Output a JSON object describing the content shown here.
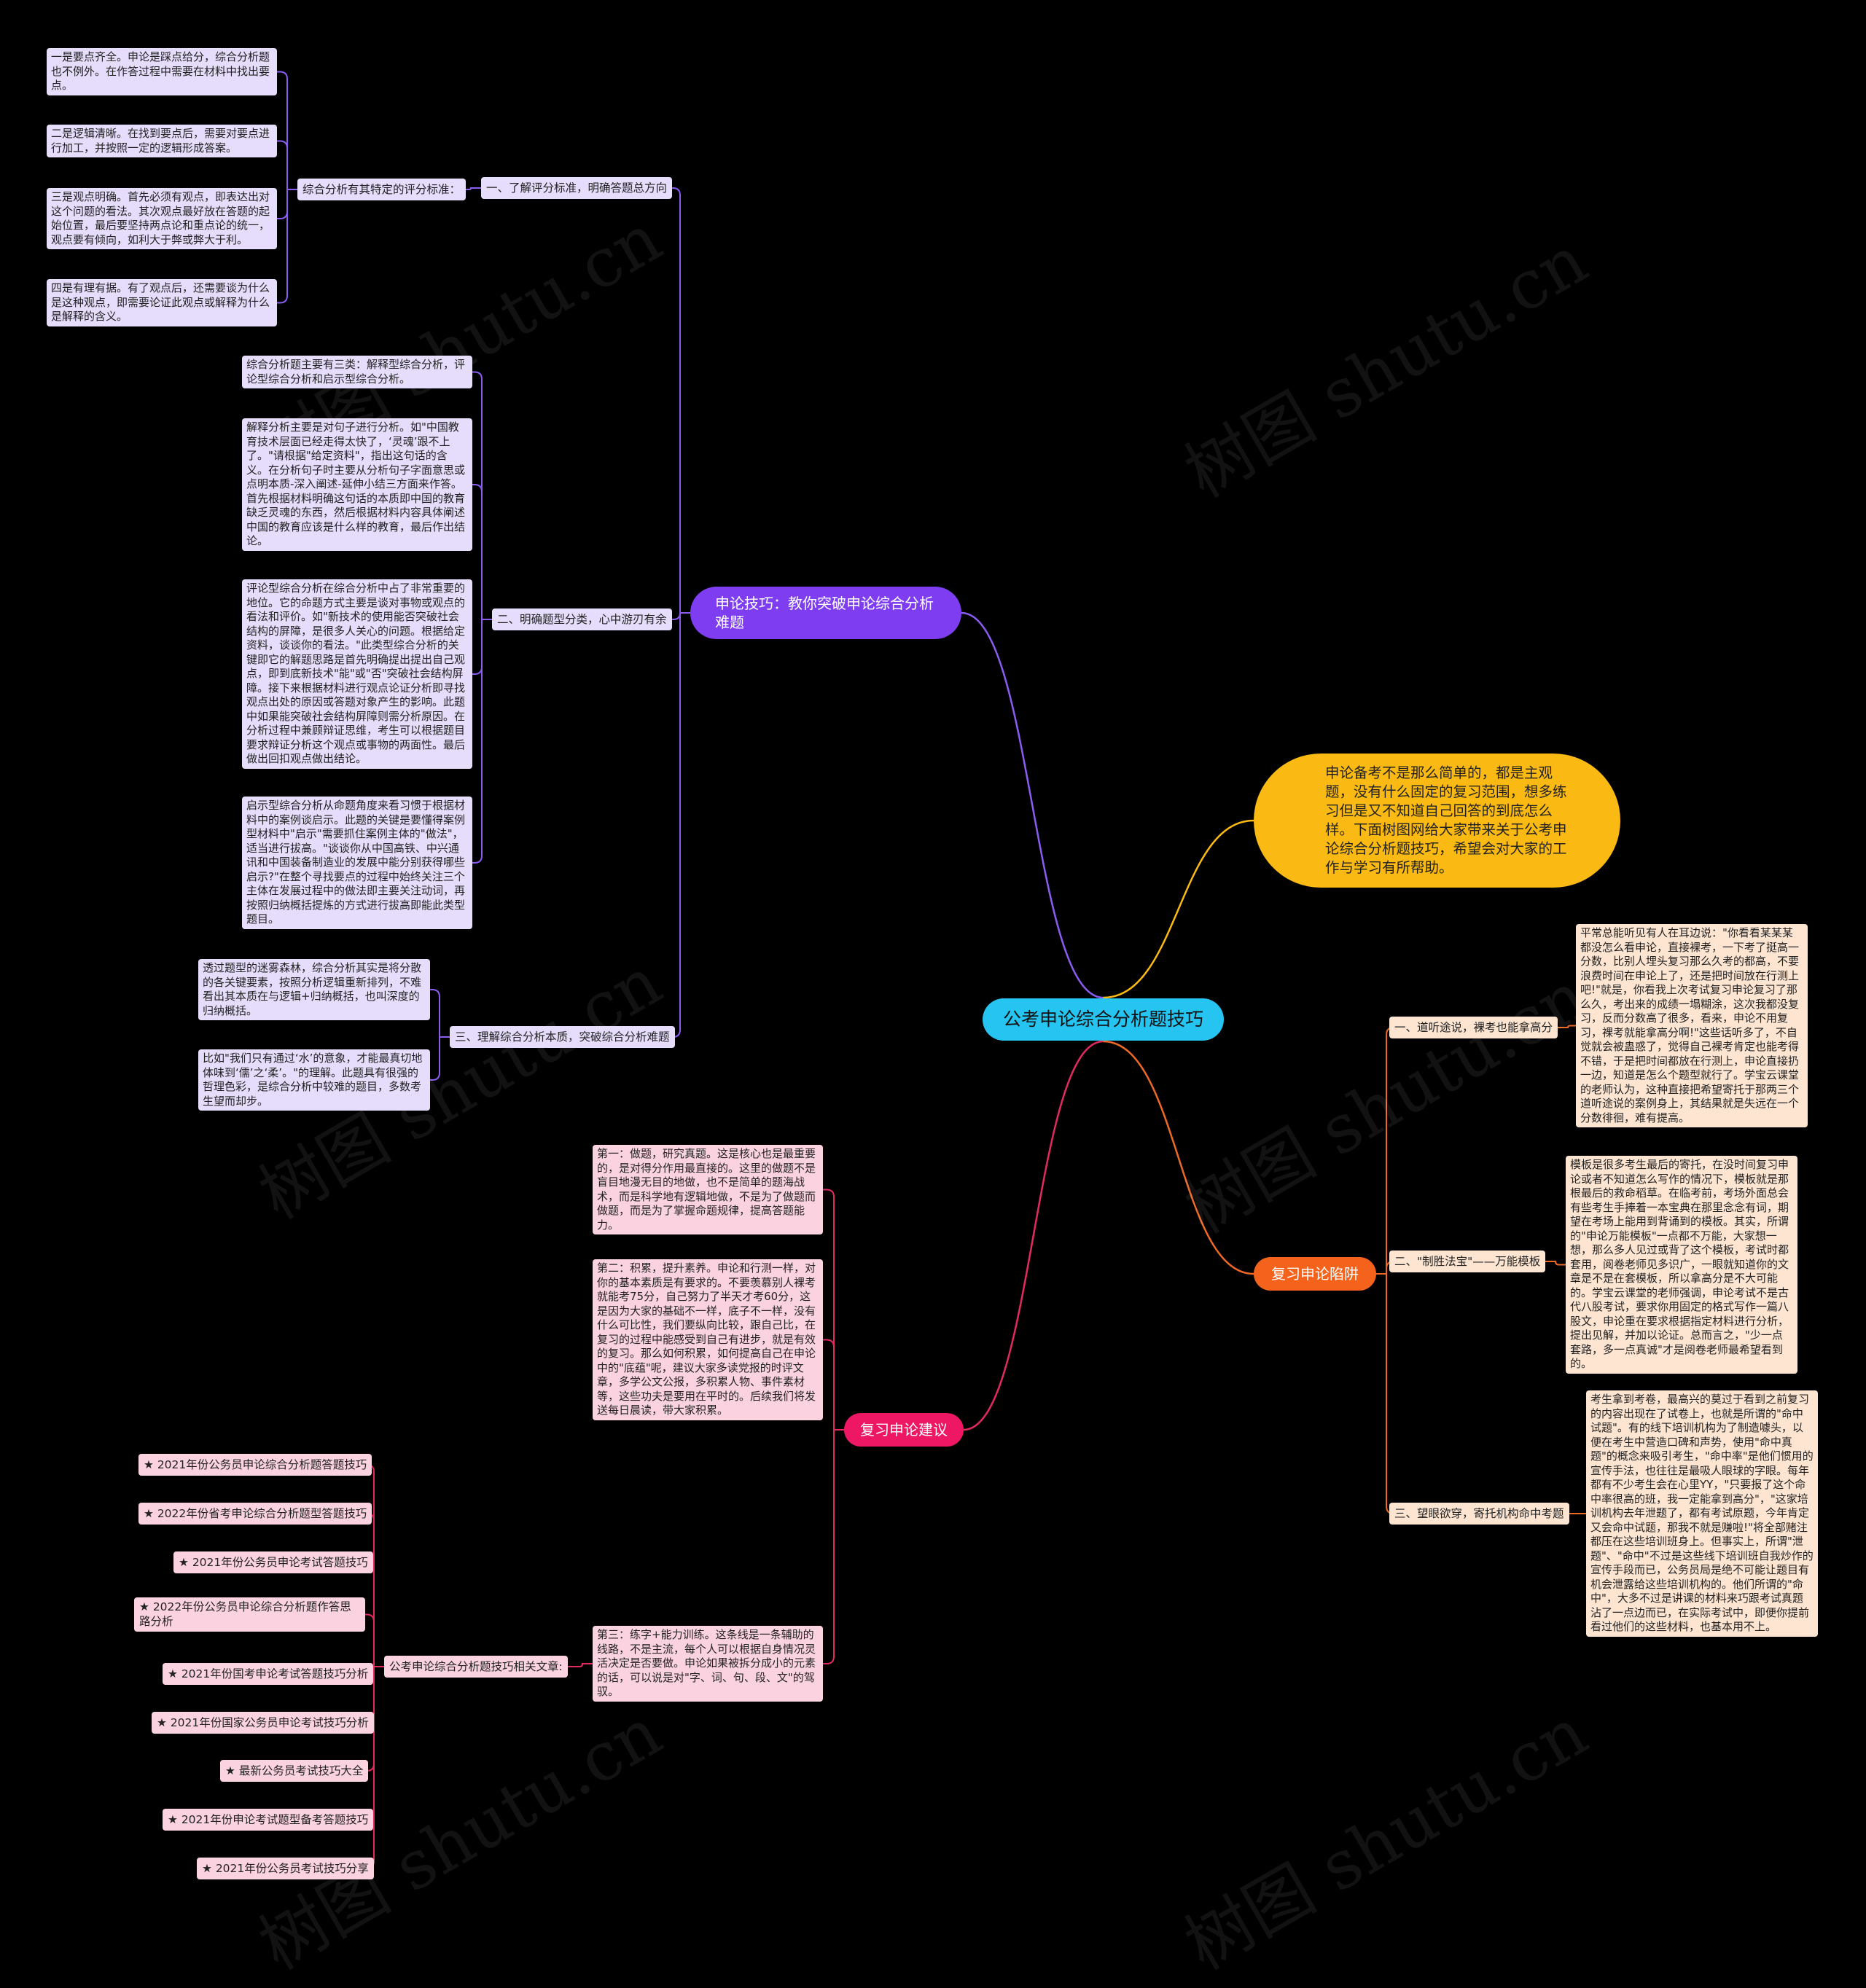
{
  "watermark": "树图 shutu.cn",
  "colors": {
    "purple": "#7f3df2",
    "purple_line": "#8a5cf0",
    "yellow": "#fbba13",
    "orange": "#f5621b",
    "orange_line": "#ee6a24",
    "crimson": "#ee1763",
    "crimson_line": "#e22a5f",
    "center": "#26c4f0"
  },
  "center": {
    "title": "公考申论综合分析题技巧"
  },
  "intro": {
    "text": "申论备考不是那么简单的，都是主观题，没有什么固定的复习范围，想多练习但是又不知道自己回答的到底怎么样。下面树图网给大家带来关于公考申论综合分析题技巧，希望会对大家的工作与学习有所帮助。"
  },
  "branch_skills": {
    "label": "申论技巧：教你突破申论综合分析难题",
    "sec1": {
      "label": "一、了解评分标准，明确答题总方向",
      "sub_label": "综合分析有其特定的评分标准：",
      "items": [
        "一是要点齐全。申论是踩点给分，综合分析题也不例外。在作答过程中需要在材料中找出要点。",
        "二是逻辑清晰。在找到要点后，需要对要点进行加工，并按照一定的逻辑形成答案。",
        "三是观点明确。首先必须有观点，即表达出对这个问题的看法。其次观点最好放在答题的起始位置，最后要坚持两点论和重点论的统一，观点要有倾向，如利大于弊或弊大于利。",
        "四是有理有据。有了观点后，还需要谈为什么是这种观点，即需要论证此观点或解释为什么是解释的含义。"
      ]
    },
    "sec2": {
      "label": "二、明确题型分类，心中游刃有余",
      "items": [
        "综合分析题主要有三类：解释型综合分析，评论型综合分析和启示型综合分析。",
        "解释分析主要是对句子进行分析。如\"中国教育技术层面已经走得太快了，‘灵魂’跟不上了。\"请根据\"给定资料\"，指出这句话的含义。在分析句子时主要从分析句子字面意思或点明本质-深入阐述-延伸小结三方面来作答。首先根据材料明确这句话的本质即中国的教育缺乏灵魂的东西，然后根据材料内容具体阐述中国的教育应该是什么样的教育，最后作出结论。",
        "评论型综合分析在综合分析中占了非常重要的地位。它的命题方式主要是谈对事物或观点的看法和评价。如\"新技术的使用能否突破社会结构的屏障，是很多人关心的问题。根据给定资料，谈谈你的看法。\"此类型综合分析的关键即它的解题思路是首先明确提出提出自己观点，即到底新技术\"能\"或\"否\"突破社会结构屏障。接下来根据材料进行观点论证分析即寻找观点出处的原因或答题对象产生的影响。此题中如果能突破社会结构屏障则需分析原因。在分析过程中兼顾辩证思维，考生可以根据题目要求辩证分析这个观点或事物的两面性。最后做出回扣观点做出结论。",
        "启示型综合分析从命题角度来看习惯于根据材料中的案例谈启示。此题的关键是要懂得案例型材料中\"启示\"需要抓住案例主体的\"做法\"，适当进行拔高。\"谈谈你从中国高铁、中兴通讯和中国装备制造业的发展中能分别获得哪些启示?\"在整个寻找要点的过程中始终关注三个主体在发展过程中的做法即主要关注动词，再按照归纳概括提炼的方式进行拔高即能此类型题目。"
      ]
    },
    "sec3": {
      "label": "三、理解综合分析本质，突破综合分析难题",
      "items": [
        "透过题型的迷雾森林，综合分析其实是将分散的各关键要素，按照分析逻辑重新排列，不难看出其本质在与逻辑+归纳概括，也叫深度的归纳概括。",
        "比如\"我们只有通过‘水’的意象，才能最真切地体味到‘儒’之‘柔’。\"的理解。此题具有很强的哲理色彩，是综合分析中较难的题目，多数考生望而却步。"
      ]
    }
  },
  "branch_traps": {
    "label": "复习申论陷阱",
    "sec1": {
      "label": "一、道听途说，裸考也能拿高分",
      "text": "平常总能听见有人在耳边说：\"你看看某某某都没怎么看申论，直接裸考，一下考了挺高一分数，比别人埋头复习那么久考的都高，不要浪费时间在申论上了，还是把时间放在行测上吧!\"就是，你看我上次考试复习申论复习了那么久，考出来的成绩一塌糊涂，这次我都没复习，反而分数高了很多，看来，申论不用复习，裸考就能拿高分啊!\"这些话听多了，不自觉就会被蛊惑了，觉得自己裸考肯定也能考得不错，于是把时间都放在行测上，申论直接扔一边，知道是怎么个题型就行了。学宝云课堂的老师认为，这种直接把希望寄托于那两三个道听途说的案例身上，其结果就是失远在一个分数徘徊，难有提高。"
    },
    "sec2": {
      "label": "二、\"制胜法宝\"——万能模板",
      "text": "模板是很多考生最后的寄托，在没时间复习申论或者不知道怎么写作的情况下，模板就是那根最后的救命稻草。在临考前，考场外面总会有些考生手捧着一本宝典在那里念念有词，期望在考场上能用到背诵到的模板。其实，所谓的\"申论万能模板\"一点都不万能，大家想一想，那么多人见过或背了这个模板，考试时都套用，阅卷老师见多识广，一眼就知道你的文章是不是在套模板，所以拿高分是不大可能的。学宝云课堂的老师强调，申论考试不是古代八股考试，要求你用固定的格式写作一篇八股文，申论重在要求根据指定材料进行分析，提出见解，并加以论证。总而言之，\"少一点套路，多一点真诚\"才是阅卷老师最希望看到的。"
    },
    "sec3": {
      "label": "三、望眼欲穿，寄托机构命中考题",
      "text": "考生拿到考卷，最高兴的莫过于看到之前复习的内容出现在了试卷上，也就是所谓的\"命中试题\"。有的线下培训机构为了制造噱头，以便在考生中营造口碑和声势，使用\"命中真题\"的概念来吸引考生，\"命中率\"是他们惯用的宣传手法，也往往是最吸人眼球的字眼。每年都有不少考生会在心里YY，\"只要报了这个命中率很高的班，我一定能拿到高分\"，\"这家培训机构去年泄题了，都有考试原题，今年肯定又会命中试题，那我不就是赚啦!\"将全部赌注都压在这些培训班身上。但事实上，所谓\"泄题\"、\"命中\"不过是这些线下培训班自我炒作的宣传手段而已，公务员局是绝不可能让题目有机会泄露给这些培训机构的。他们所谓的\"命中\"，大多不过是讲课的材料来巧跟考试真题沾了一点边而已，在实际考试中，即便你提前看过他们的这些材料，也基本用不上。"
    }
  },
  "branch_advice": {
    "label": "复习申论建议",
    "items": [
      "第一：做题，研究真题。这是核心也是最重要的，是对得分作用最直接的。这里的做题不是盲目地漫无目的地做，也不是简单的题海战术，而是科学地有逻辑地做，不是为了做题而做题，而是为了掌握命题规律，提高答题能力。",
      "第二：积累，提升素养。申论和行测一样，对你的基本素质是有要求的。不要羡慕别人裸考就能考75分，自己努力了半天才考60分，这是因为大家的基础不一样，底子不一样，没有什么可比性，我们要纵向比较，跟自己比，在复习的过程中能感受到自己有进步，就是有效的复习。那么如何积累，如何提高自己在申论中的\"底蕴\"呢，建议大家多读党报的时评文章，多学公文公报，多积累人物、事件素材等，这些功夫是要用在平时的。后续我们将发送每日晨读，带大家积累。",
      "第三：练字+能力训练。这条线是一条辅助的线路，不是主流，每个人可以根据自身情况灵活决定是否要做。申论如果被拆分成小的元素的话，可以说是对\"字、词、句、段、文\"的驾驭。"
    ],
    "articles_label": "公考申论综合分析题技巧相关文章:",
    "articles": [
      "★ 2021年份公务员申论综合分析题答题技巧",
      "★ 2022年份省考申论综合分析题型答题技巧",
      "★ 2021年份公务员申论考试答题技巧",
      "★ 2022年份公务员申论综合分析题作答思路分析",
      "★ 2021年份国考申论考试答题技巧分析",
      "★ 2021年份国家公务员申论考试技巧分析",
      "★ 最新公务员考试技巧大全",
      "★ 2021年份申论考试题型备考答题技巧",
      "★ 2021年份公务员考试技巧分享"
    ]
  }
}
